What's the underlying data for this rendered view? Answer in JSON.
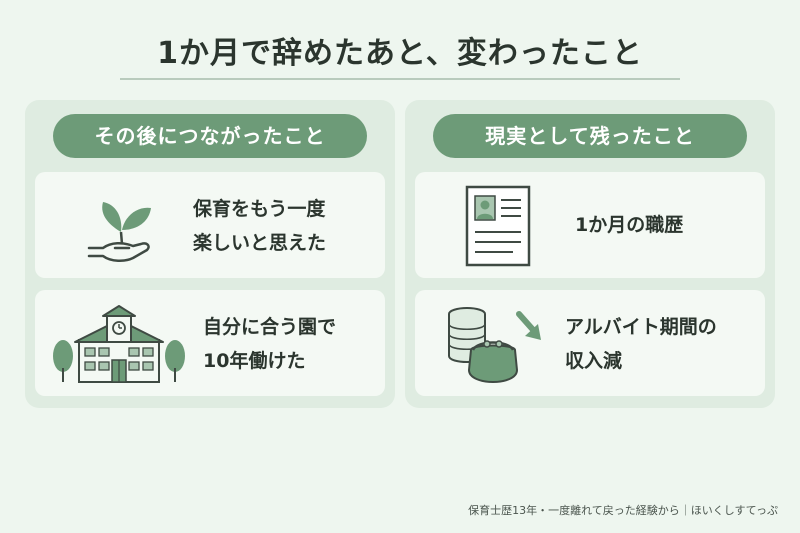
{
  "title": "1か月で辞めたあと、変わったこと",
  "left_panel": {
    "heading": "その後につながったこと",
    "cards": [
      {
        "icon": "sprout-hand-icon",
        "lines": [
          "保育をもう一度",
          "楽しいと思えた"
        ]
      },
      {
        "icon": "school-building-icon",
        "lines": [
          "自分に合う園で",
          "10年働けた"
        ]
      }
    ]
  },
  "right_panel": {
    "heading": "現実として残ったこと",
    "cards": [
      {
        "icon": "resume-document-icon",
        "lines": [
          "1か月の職歴"
        ]
      },
      {
        "icon": "coins-purse-decrease-icon",
        "lines": [
          "アルバイト期間の",
          "収入減"
        ]
      }
    ]
  },
  "footer": "保育士歴13年・一度離れて戻った経験から｜ほいくしすてっぷ",
  "colors": {
    "background": "#eef6ef",
    "panel": "#dfece1",
    "card": "#f4f9f4",
    "accent": "#6d9b78",
    "icon_dark": "#3f4a43"
  }
}
